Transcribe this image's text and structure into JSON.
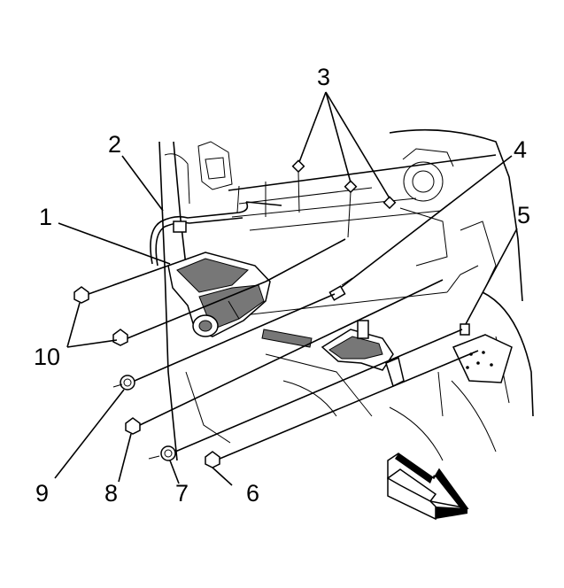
{
  "callouts": {
    "c1": "1",
    "c2": "2",
    "c3": "3",
    "c4": "4",
    "c5": "5",
    "c6": "6",
    "c7": "7",
    "c8": "8",
    "c9": "9",
    "c10": "10"
  },
  "icons": {
    "direction_arrow": "front-direction-arrow-icon"
  }
}
